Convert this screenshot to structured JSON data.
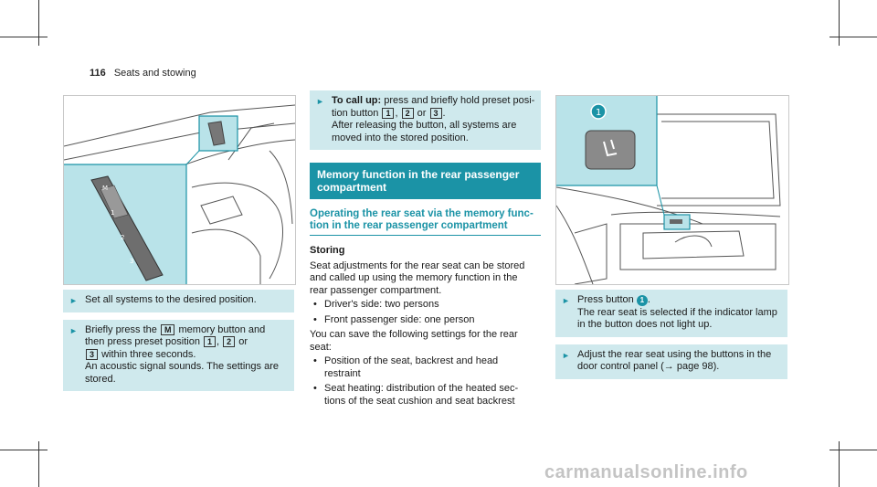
{
  "header": {
    "page_number": "116",
    "section": "Seats and stowing"
  },
  "figure1": {
    "buttons": [
      "M",
      "1",
      "2",
      "3"
    ]
  },
  "figure2": {
    "callout": "1"
  },
  "col1": {
    "step1": "Set all systems to the desired position.",
    "step2": {
      "l1a": "Briefly press the",
      "key_m": "M",
      "l1b": "memory button and",
      "l2a": "then press preset position",
      "k1": "1",
      "sep": ",",
      "k2": "2",
      "or": "or",
      "k3": "3",
      "l3b": "within three seconds.",
      "l4": "An acoustic signal sounds. The settings are",
      "l5": "stored."
    }
  },
  "col2": {
    "step": {
      "bold": "To call up:",
      "l1": "press and briefly hold preset posi-",
      "l2a": "tion button",
      "k1": "1",
      "sep": ",",
      "k2": "2",
      "or": "or",
      "k3": "3",
      "dot": ".",
      "l3": "After releasing the button, all systems are",
      "l4": "moved into the stored position."
    },
    "band_l1": "Memory function in the rear passenger",
    "band_l2": "compartment",
    "sub_l1": "Operating the rear seat via the memory func-",
    "sub_l2": "tion in the rear passenger compartment",
    "storing": "Storing",
    "p1": [
      "Seat adjustments for the rear seat can be stored",
      "and called up using the memory function in the",
      "rear passenger compartment."
    ],
    "bullets1": [
      "Driver's side: two persons",
      "Front passenger side: one person"
    ],
    "p2": [
      "You can save the following settings for the rear",
      "seat:"
    ],
    "bullets2": [
      [
        "Position of the seat, backrest and head",
        "restraint"
      ],
      [
        "Seat heating: distribution of the heated sec-",
        "tions of the seat cushion and seat backrest"
      ]
    ]
  },
  "col3": {
    "step1": {
      "l1a": "Press button",
      "callout": "1",
      "l1b": ".",
      "l2": "The rear seat is selected if the indicator lamp",
      "l3": "in the button does not light up."
    },
    "step2": {
      "l1": "Adjust the rear seat using the buttons in the",
      "l2": "door control panel (→ page 98)."
    }
  },
  "watermark": "carmanualsonline.info"
}
